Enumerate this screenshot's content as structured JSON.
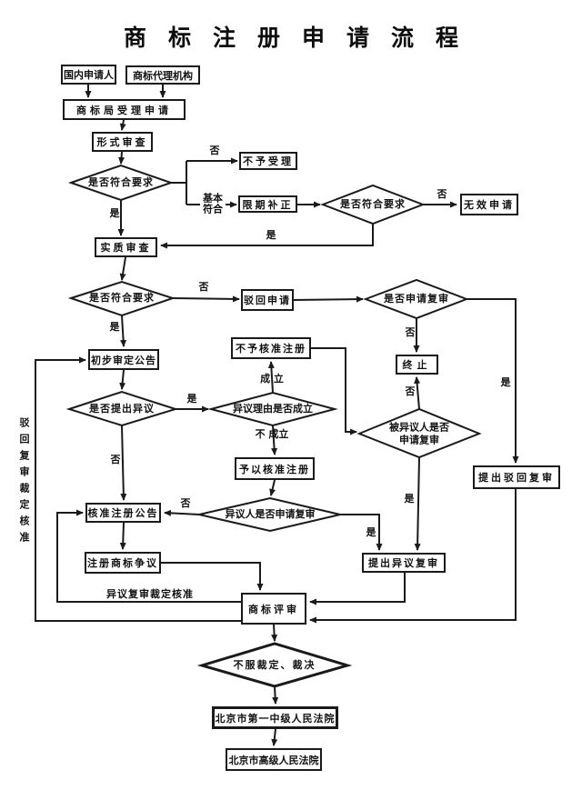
{
  "title": "商标注册申请流程",
  "nodes": {
    "applicant": "国内申请人",
    "agency": "商标代理机构",
    "office_accept": "商标局受理申请",
    "formal_exam": "形式审查",
    "not_accepted": "不予受理",
    "correction": "限期补正",
    "invalid_application": "无效申请",
    "substantive_exam": "实质审查",
    "reject_application": "驳回申请",
    "preliminary_announce": "初步审定公告",
    "refuse_registration": "不予核准注册",
    "terminate": "终止",
    "approve_registration": "予以核准注册",
    "file_rejection_review": "提出驳回复审",
    "registration_announce": "核准注册公告",
    "trademark_dispute": "注册商标争议",
    "file_opposition_review": "提出异议复审",
    "trademark_review_board": "商标评审",
    "first_intermediate_court": "北京市第一中级人民法院",
    "high_court": "北京市高级人民法院"
  },
  "decisions": {
    "meet_req_1": "是否符合要求",
    "meet_req_2": "是否符合要求",
    "meet_req_3": "是否符合要求",
    "apply_for_review": "是否申请复审",
    "opposition_raised": "是否提出异议",
    "opposition_grounds_valid": "异议理由是否成立",
    "opposed_party_review": "被异议人是否申请复审",
    "opponent_review": "异议人是否申请复审",
    "dissatisfied_ruling": "不服裁定、裁决"
  },
  "edge_labels": {
    "no_not_accept": "否",
    "basic_comply": "基本符合",
    "yes_formal": "是",
    "no_invalid": "否",
    "yes_back": "是",
    "no_reject": "否",
    "yes_substantive": "是",
    "no_terminate_top": "否",
    "no_terminate_bottom": "否",
    "yes_rejection_review": "是",
    "yes_opposition": "是",
    "grounds_valid": "成 立",
    "grounds_invalid": "不 成立",
    "no_opposition": "否",
    "no_opponent_review": "否",
    "yes_opponent_review": "是",
    "yes_opposed_review": "是",
    "opposition_review_approval": "异议复审裁定核准",
    "rejection_review_approval": "驳回复审裁定核准"
  },
  "colors": {
    "line": "#1a1a1a",
    "background": "#ffffff"
  }
}
